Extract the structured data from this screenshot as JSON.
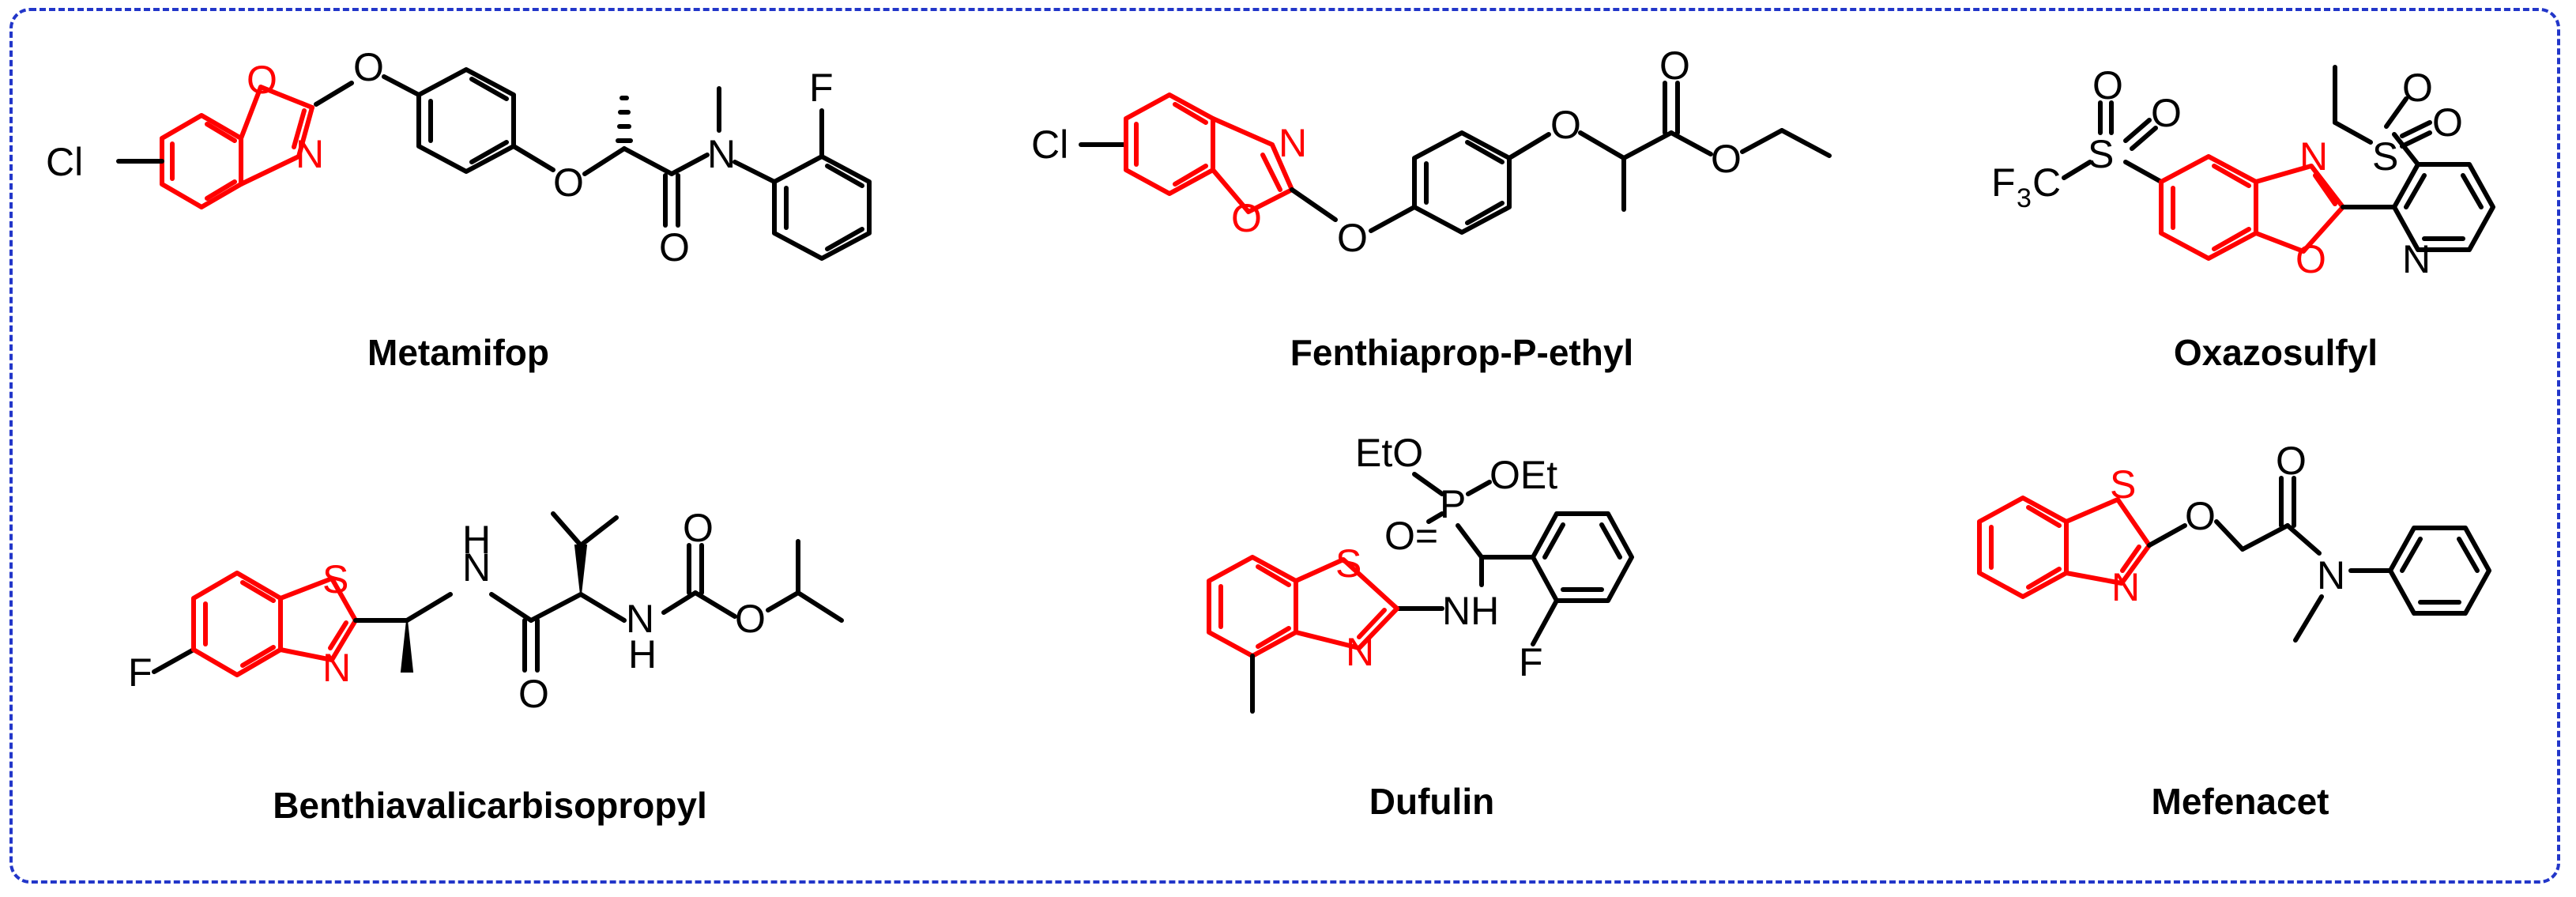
{
  "compounds": [
    {
      "name": "Metamifop"
    },
    {
      "name": "Fenthiaprop-P-ethyl"
    },
    {
      "name": "Oxazosulfyl"
    },
    {
      "name": "Benthiavalicarbisopropyl"
    },
    {
      "name": "Dufulin"
    },
    {
      "name": "Mefenacet"
    }
  ],
  "atoms": {
    "cl": "Cl",
    "f": "F",
    "o": "O",
    "n": "N",
    "s": "S",
    "nh": "NH",
    "h": "H",
    "p": "P",
    "eto": "EtO",
    "oet": "OEt",
    "f3c_f": "F",
    "f3c_3": "3",
    "f3c_c": "C",
    "o_eq": "O="
  },
  "colors": {
    "scaffold": "#ff0000",
    "bond": "#000000",
    "frame": "#2236c9"
  }
}
